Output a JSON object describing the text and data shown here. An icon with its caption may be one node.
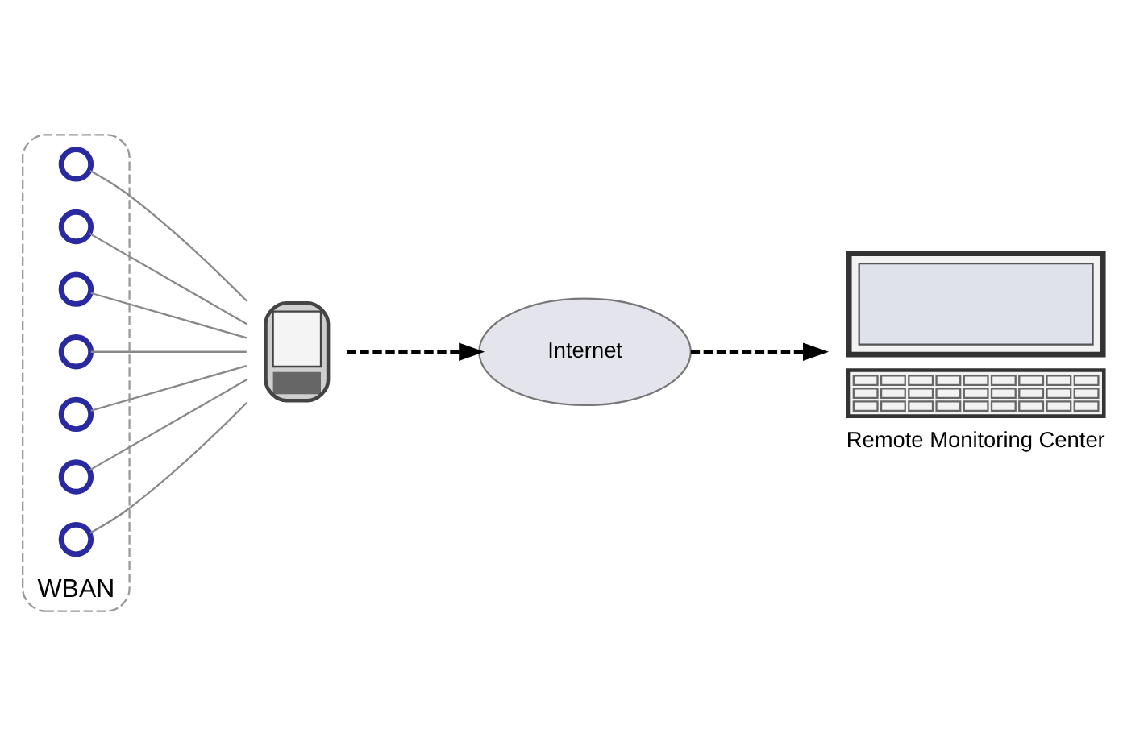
{
  "diagram": {
    "nodes": [
      {
        "text": [],
        "shape": "person",
        "beside": [
          "WBAN"
        ]
      },
      {
        "text": [],
        "shape": "circle",
        "in": 0
      },
      {
        "text": [],
        "shape": "circle",
        "in": 0
      },
      {
        "text": [],
        "shape": "circle",
        "in": 0
      },
      {
        "text": [],
        "shape": "circle",
        "in": 0
      },
      {
        "text": [],
        "shape": "circle",
        "in": 0
      },
      {
        "text": [],
        "shape": "circle",
        "in": 0
      },
      {
        "text": [],
        "shape": "circle",
        "in": 0
      },
      {
        "text": [],
        "shape": "picture"
      },
      {
        "text": [
          "Internet"
        ]
      },
      {
        "text": [],
        "shape": "picture",
        "beside": [
          "Remote Monitoring Center"
        ]
      }
    ],
    "edges": [
      {
        "from": 1,
        "to": 8,
        "arrow": "none"
      },
      {
        "from": 2,
        "to": 8,
        "arrow": "none"
      },
      {
        "from": 3,
        "to": 8,
        "arrow": "none"
      },
      {
        "from": 4,
        "to": 8,
        "arrow": "none"
      },
      {
        "from": 5,
        "to": 8,
        "arrow": "none"
      },
      {
        "from": 6,
        "to": 8,
        "arrow": "none"
      },
      {
        "from": 7,
        "to": 8,
        "arrow": "none"
      },
      {
        "from": 8,
        "to": 9,
        "arrow": "to",
        "style": "dashed",
        "color": "#000000"
      },
      {
        "from": 9,
        "to": 10,
        "arrow": "to",
        "style": "dashed",
        "color": "#000000"
      }
    ]
  }
}
